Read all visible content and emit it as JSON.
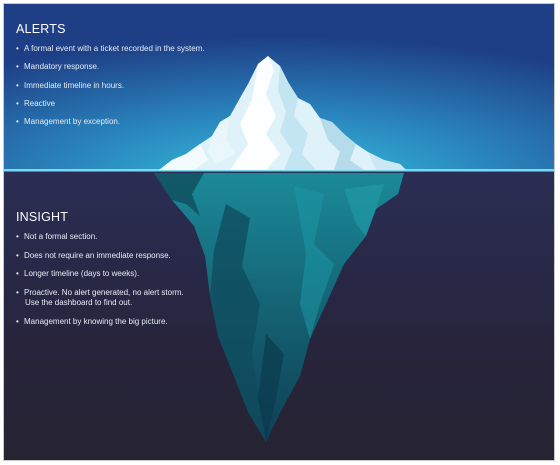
{
  "alerts": {
    "heading": "ALERTS",
    "items": [
      "A formal event with a ticket recorded in the system.",
      "Mandatory response.",
      "Immediate timeline in hours.",
      "Reactive",
      "Management by exception."
    ]
  },
  "insight": {
    "heading": "INSIGHT",
    "items": [
      "Not a formal section.",
      "Does not require an immediate response.",
      "Longer timeline (days to weeks).",
      "Proactive. No alert generated, no alert storm.",
      "Use the dashboard to find out.",
      "Management by knowing the big picture."
    ]
  },
  "colors": {
    "sky_top": "#1f4f93",
    "sky_center": "#2aa6c9",
    "water_line": "#7ad8ef",
    "deep_water": "#27243e",
    "ice_light": "#eaf7fb",
    "ice_underwater": "#14707f"
  }
}
